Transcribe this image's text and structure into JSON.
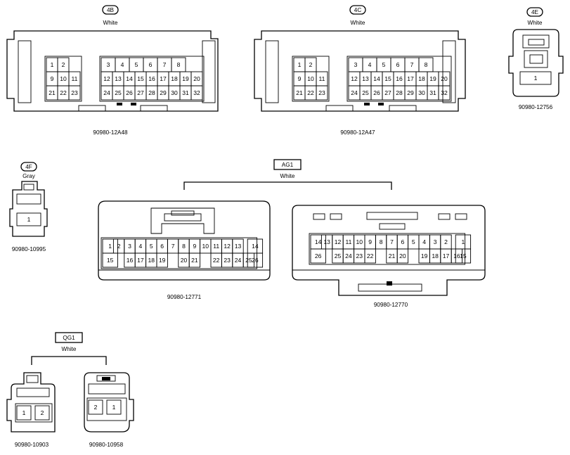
{
  "connectors": {
    "c4b": {
      "tag": "4B",
      "color": "White",
      "part": "90980-12A48",
      "pins": [
        [
          "1",
          "2",
          "3",
          "4",
          "5",
          "6",
          "7",
          "8"
        ],
        [
          "9",
          "10",
          "11",
          "12",
          "13",
          "14",
          "15",
          "16",
          "17",
          "18",
          "19",
          "20"
        ],
        [
          "21",
          "22",
          "23",
          "24",
          "25",
          "26",
          "27",
          "28",
          "29",
          "30",
          "31",
          "32"
        ]
      ]
    },
    "c4c": {
      "tag": "4C",
      "color": "White",
      "part": "90980-12A47",
      "pins": [
        [
          "1",
          "2",
          "3",
          "4",
          "5",
          "6",
          "7",
          "8"
        ],
        [
          "9",
          "10",
          "11",
          "12",
          "13",
          "14",
          "15",
          "16",
          "17",
          "18",
          "19",
          "20"
        ],
        [
          "21",
          "22",
          "23",
          "24",
          "25",
          "26",
          "27",
          "28",
          "29",
          "30",
          "31",
          "32"
        ]
      ]
    },
    "c4e": {
      "tag": "4E",
      "color": "White",
      "part": "90980-12756",
      "pins": [
        "1"
      ]
    },
    "c4f": {
      "tag": "4F",
      "color": "Gray",
      "part": "90980-10995",
      "pins": [
        "1"
      ]
    },
    "ag1": {
      "tag": "AG1",
      "color": "White",
      "left": {
        "part": "90980-12771",
        "pins": [
          [
            "1",
            "2",
            "3",
            "4",
            "5",
            "6",
            "7",
            "8",
            "9",
            "10",
            "11",
            "12",
            "13",
            "14"
          ],
          [
            "15",
            "16",
            "17",
            "18",
            "19",
            "20",
            "21",
            "22",
            "23",
            "24",
            "25",
            "26"
          ]
        ]
      },
      "right": {
        "part": "90980-12770",
        "pins": [
          [
            "14",
            "13",
            "12",
            "11",
            "10",
            "9",
            "8",
            "7",
            "6",
            "5",
            "4",
            "3",
            "2",
            "1"
          ],
          [
            "26",
            "25",
            "24",
            "23",
            "22",
            "21",
            "20",
            "19",
            "18",
            "17",
            "16",
            "15"
          ]
        ]
      }
    },
    "qg1": {
      "tag": "QG1",
      "color": "White",
      "left": {
        "part": "90980-10903",
        "pins": [
          "1",
          "2"
        ]
      },
      "right": {
        "part": "90980-10958",
        "pins": [
          "2",
          "1"
        ]
      }
    }
  }
}
